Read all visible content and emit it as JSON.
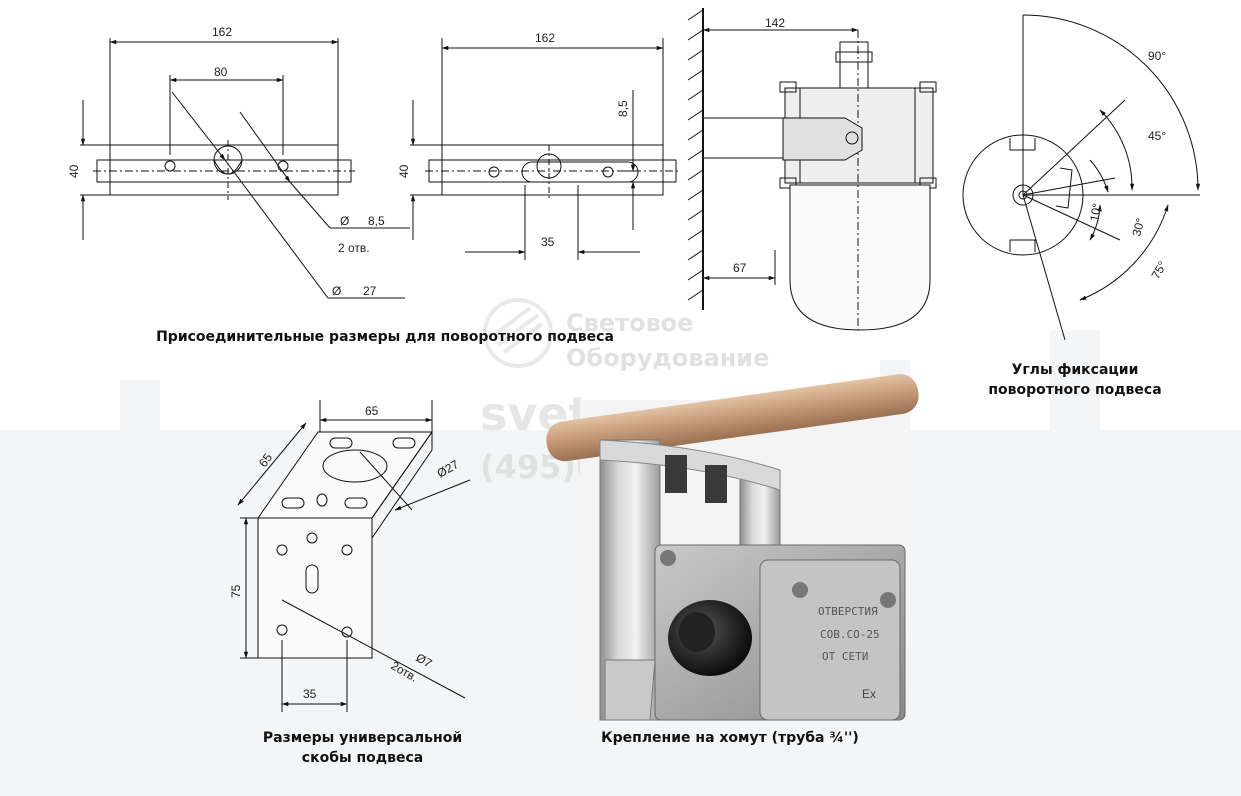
{
  "watermark": {
    "company_line1": "Световое",
    "company_line2": "Оборудование",
    "site": "svetpro.ru",
    "phone": "(495)649-___4"
  },
  "bracket_top": {
    "width": "162",
    "hole_spacing": "80",
    "height": "40",
    "hole_dia_prefix": "Ø",
    "hole_dia": "8,5",
    "hole_count": "2 отв.",
    "center_dia_prefix": "Ø",
    "center_dia": "27"
  },
  "bracket_side": {
    "width": "162",
    "offset": "8,5",
    "height": "40",
    "hole_spacing": "35"
  },
  "fixture": {
    "depth": "142",
    "wall_offset": "67"
  },
  "angles": {
    "a90": "90°",
    "a45": "45°",
    "a10": "10°",
    "a30": "30°",
    "a75": "75°"
  },
  "universal_bracket": {
    "side": "65",
    "top": "65",
    "center_dia": "Ø27",
    "height": "75",
    "hole_spacing": "35",
    "hole_dia": "Ø7",
    "hole_count": "2отв."
  },
  "photo_labels": {
    "line1": "ОТВЕРСТИЯ",
    "line2": "СОВ.СО-25",
    "line3": "ОТ СЕТИ",
    "ex": "Ex"
  },
  "captions": {
    "connection": "Присоединительные размеры для поворотного подвеса",
    "angles_line1": "Углы фиксации",
    "angles_line2": "поворотного подвеса",
    "universal_line1": "Размеры универсальной",
    "universal_line2": "скобы подвеса",
    "clamp": "Крепление на хомут (труба ¾'')"
  }
}
